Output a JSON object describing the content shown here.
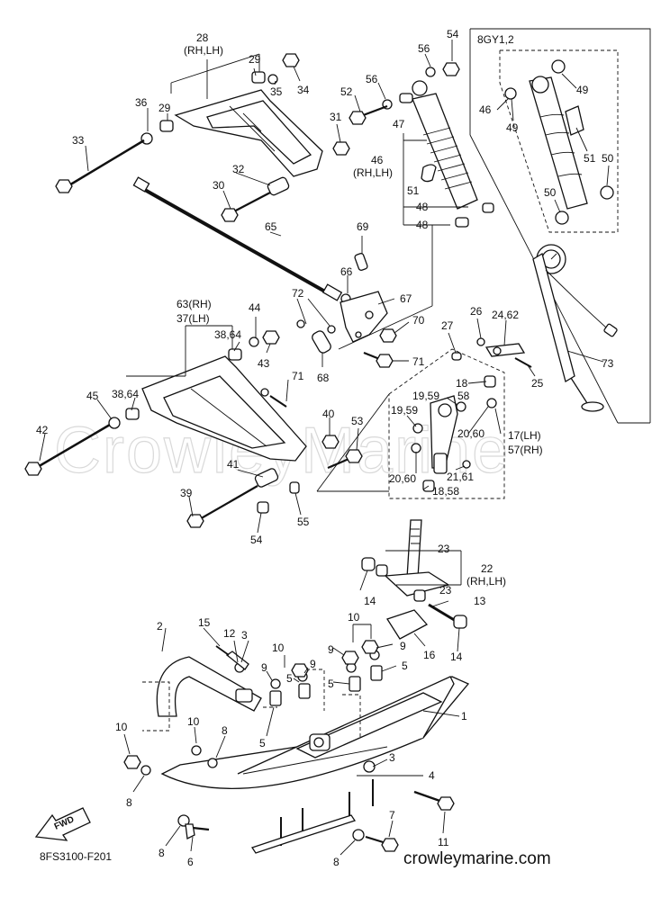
{
  "diagram": {
    "code": "8FS3100-F201",
    "site": "crowleymarine.com",
    "watermark": "CrowleyMarine",
    "inset_label": "8GY1,2",
    "fwd_label": "FWD"
  },
  "labels": {
    "l28": "28",
    "l28b": "(RH,LH)",
    "l29a": "29",
    "l29b": "29",
    "l35": "35",
    "l34": "34",
    "l36": "36",
    "l33": "33",
    "l32": "32",
    "l30": "30",
    "l31": "31",
    "l52": "52",
    "l56a": "56",
    "l56b": "56",
    "l54a": "54",
    "l47": "47",
    "l46": "46",
    "l46b": "(RH,LH)",
    "l51": "51",
    "l48a": "48",
    "l48b": "48",
    "l65": "65",
    "l69": "69",
    "l66": "66",
    "l67": "67",
    "l72": "72",
    "l70": "70",
    "l68": "68",
    "l71a": "71",
    "l71b": "71",
    "l63": "63(RH)",
    "l37": "37(LH)",
    "l44": "44",
    "l3864a": "38,64",
    "l43": "43",
    "l3864b": "38,64",
    "l45": "45",
    "l42": "42",
    "l40": "40",
    "l53": "53",
    "l41": "41",
    "l39": "39",
    "l54b": "54",
    "l55": "55",
    "l27": "27",
    "l26": "26",
    "l2462": "24,62",
    "l25": "25",
    "l18": "18",
    "l58": "58",
    "l1959a": "19,59",
    "l1959b": "19,59",
    "l2060a": "20,60",
    "l17": "17(LH)",
    "l57": "57(RH)",
    "l2161": "21,61",
    "l2060b": "20,60",
    "l1858": "18,58",
    "l23a": "23",
    "l22": "22",
    "l22b": "(RH,LH)",
    "l23b": "23",
    "l13": "13",
    "l14a": "14",
    "l14b": "14",
    "l16": "16",
    "l10a": "10",
    "l10b": "10",
    "l9a": "9",
    "l9b": "9",
    "l9c": "9",
    "l9d": "9",
    "l5a": "5",
    "l5b": "5",
    "l5c": "5",
    "l5d": "5",
    "l1": "1",
    "l2": "2",
    "l15": "15",
    "l12": "12",
    "l3a": "3",
    "l3b": "3",
    "l4": "4",
    "l11": "11",
    "l7": "7",
    "l6": "6",
    "l8a": "8",
    "l8b": "8",
    "l8c": "8",
    "l8d": "8",
    "l10c": "10",
    "l10d": "10",
    "l73": "73",
    "l49a": "49",
    "l49b": "49",
    "l46c": "46",
    "l51b": "51",
    "l50a": "50",
    "l50b": "50"
  }
}
